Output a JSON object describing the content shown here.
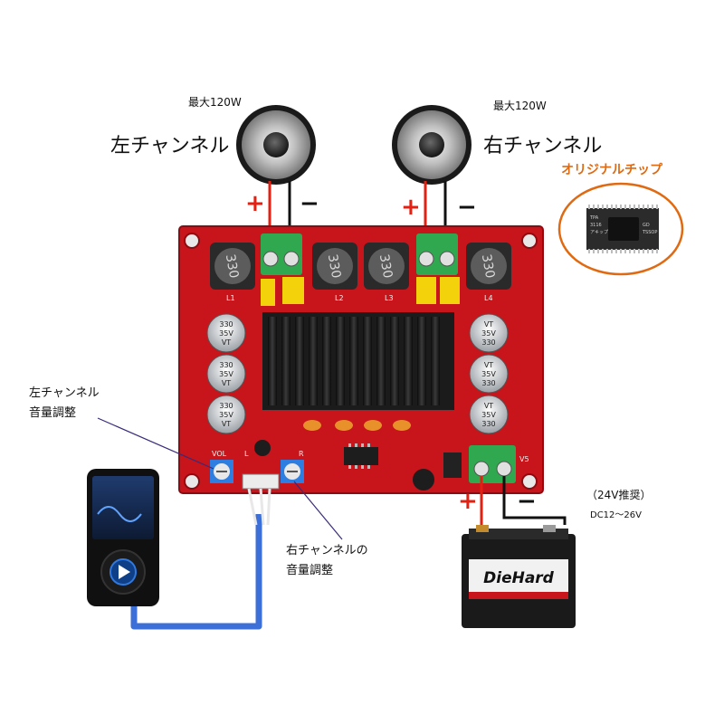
{
  "speakers": {
    "left": {
      "label": "左チャンネル",
      "power": "最大120W"
    },
    "right": {
      "label": "右チャンネル",
      "power": "最大120W"
    }
  },
  "chip": {
    "title": "オリジナルチップ",
    "marking": [
      "TPA",
      "3116",
      "アキップ",
      "GD",
      "TSSOP"
    ]
  },
  "volume": {
    "left_label": [
      "左チャンネル",
      "音量調整"
    ],
    "right_label": [
      "右チャンネルの",
      "音量調整"
    ]
  },
  "power": {
    "recommended": "（24V推奨）",
    "range": "DC12～26V",
    "plus": "+",
    "minus": "−"
  },
  "battery": {
    "brand": "DieHard"
  },
  "board": {
    "inductors": [
      "330",
      "330",
      "330",
      "330"
    ],
    "capacitors_left": [
      [
        "330",
        "35V",
        "VT"
      ],
      [
        "330",
        "35V",
        "VT"
      ],
      [
        "330",
        "35V",
        "VT"
      ]
    ],
    "capacitors_right": [
      [
        "VT",
        "35V",
        "330"
      ],
      [
        "VT",
        "35V",
        "330"
      ],
      [
        "VT",
        "35V",
        "330"
      ]
    ],
    "silk": {
      "vol": "VOL",
      "l": "L",
      "r": "R",
      "v": "V5",
      "l1": "L1",
      "l2": "L2",
      "l3": "L3",
      "l4": "L4"
    }
  },
  "colors": {
    "board": "#c8141b",
    "heatsink": "#1b1b1b",
    "terminal": "#2fa84f",
    "cap_yellow": "#f3d20c",
    "cable_blue": "#3c6fd8",
    "chip_outline": "#e06a12",
    "wire_red": "#e32012"
  }
}
